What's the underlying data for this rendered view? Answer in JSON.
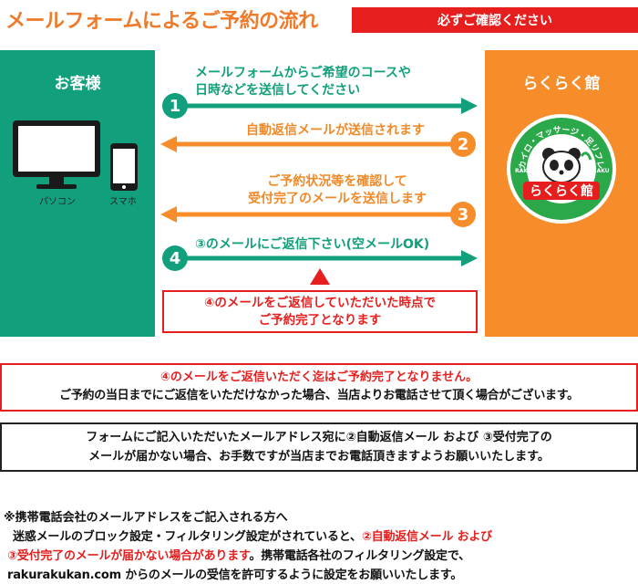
{
  "header": {
    "title": "メールフォームによるご予約の流れ",
    "badge": "必ずご確認ください"
  },
  "left_panel": {
    "title": "お客様",
    "devices": [
      "パソコン",
      "スマホ"
    ]
  },
  "right_panel": {
    "title": "らくらく館",
    "logo_top_text": "カイロ・マッサージ・足リフレ",
    "logo_main_text": "らくらく館",
    "logo_side_text": "RAKU"
  },
  "steps": [
    {
      "number": "1",
      "lines": [
        "メールフォームからご希望のコースや",
        "日時などを送信してください"
      ]
    },
    {
      "number": "2",
      "lines": [
        "自動返信メールが送信されます"
      ]
    },
    {
      "number": "3",
      "lines": [
        "ご予約状況等を確認して",
        "受付完了のメールを送信します"
      ]
    },
    {
      "number": "4",
      "lines": [
        "③のメールにご返信下さい(空メールOK)"
      ]
    }
  ],
  "confirm_box": {
    "lines": [
      "④のメールをご返信していただいた時点で",
      "ご予約完了となります"
    ]
  },
  "warning": {
    "line1": "④のメールをご返信いただく迄はご予約完了となりません。",
    "line2": "ご予約の当日までにご返信をいただけなかった場合、当店よりお電話させて頂く場合がございます。"
  },
  "info": {
    "line1": "フォームにご記入いただいたメールアドレス宛に②自動返信メール および ③受付完了の",
    "line2": "メールが届かない場合、お手数ですが当店までお電話頂きますようお願いいたします。"
  },
  "mobile": {
    "heading": "※携帯電話会社のメールアドレスをご記入される方へ",
    "line1_a": "迷惑メールのブロック設定・フィルタリング設定がされていると、",
    "line1_b": "②自動返信メール および",
    "line2_a": "③受付完了のメールが届かない場合があります",
    "line2_b": "。携帯電話各社のフィルタリング設定で、",
    "line3": "rakurakukan.com からのメールの受信を許可するように設定をお願いいたします。"
  },
  "colors": {
    "green": "#12a07c",
    "orange": "#f68c2a",
    "red": "#e61e1e"
  }
}
